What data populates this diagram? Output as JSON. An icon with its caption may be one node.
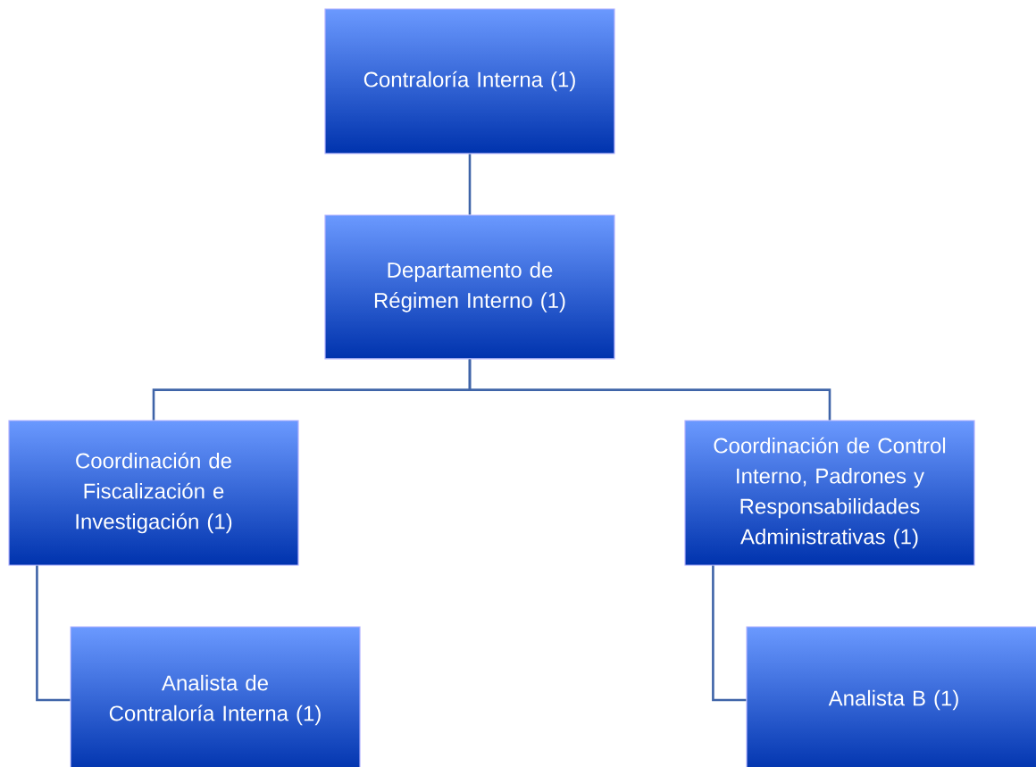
{
  "diagram": {
    "nodes": [
      {
        "text": [
          "Contraloría Interna (1)"
        ]
      },
      {
        "text": [
          "Departamento de Régimen Interno (1)"
        ]
      },
      {
        "text": [
          "Coordinación de Fiscalización e Investigación (1)"
        ]
      },
      {
        "text": [
          "Coordinación de Control Interno, Padrones y Responsabilidades Administrativas (1)"
        ]
      },
      {
        "text": [
          "Analista de Contraloría Interna (1)"
        ]
      },
      {
        "text": [
          "Analista B (1)"
        ]
      }
    ],
    "edges": [
      {
        "from": 0,
        "to": 1,
        "arrow": "none"
      },
      {
        "from": 1,
        "to": 2,
        "arrow": "none"
      },
      {
        "from": 1,
        "to": 3,
        "arrow": "none"
      },
      {
        "from": 2,
        "to": 4,
        "arrow": "none"
      },
      {
        "from": 3,
        "to": 5,
        "arrow": "none"
      }
    ]
  }
}
